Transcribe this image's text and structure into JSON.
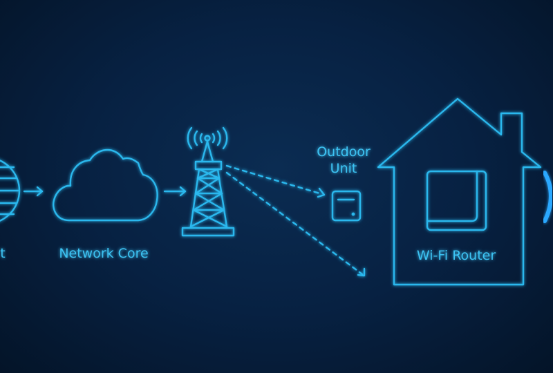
{
  "labels": {
    "left_partial": "t",
    "network_core": "Network Core",
    "outdoor_unit_line1": "Outdoor",
    "outdoor_unit_line2": "Unit",
    "wifi_router": "Wi-Fi Router"
  },
  "colors": {
    "background": "#072142",
    "accent": "#2bb8ee"
  },
  "icons": [
    "globe-icon",
    "cloud-icon",
    "cell-tower-icon",
    "outdoor-unit-icon",
    "house-icon",
    "router-icon",
    "wifi-signal-icon"
  ]
}
